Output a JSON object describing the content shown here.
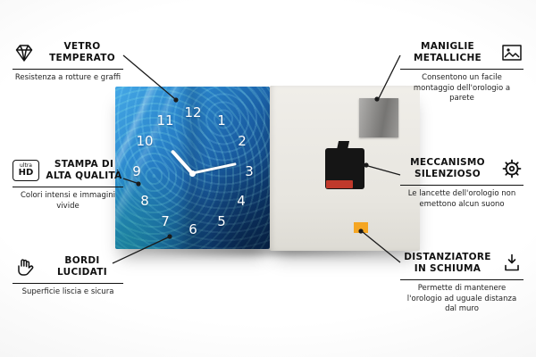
{
  "callouts": {
    "tempered_glass": {
      "title": "VETRO TEMPERATO",
      "subtitle": "Resistenza a rotture e graffi",
      "icon": "diamond-icon"
    },
    "hd_print": {
      "title": "STAMPA DI ALTA QUALITÀ",
      "subtitle": "Colori intensi e immagini vivide",
      "icon": "ultra-hd-icon",
      "icon_top": "ultra",
      "icon_main": "HD"
    },
    "polished_edges": {
      "title": "BORDI LUCIDATI",
      "subtitle": "Superficie liscia e sicura",
      "icon": "hand-icon"
    },
    "metal_handles": {
      "title": "MANIGLIE METALLICHE",
      "subtitle": "Consentono un facile montaggio dell'orologio a parete",
      "icon": "picture-frame-icon"
    },
    "silent_mechanism": {
      "title": "MECCANISMO SILENZIOSO",
      "subtitle": "Le lancette dell'orologio non emettono alcun suono",
      "icon": "gear-icon"
    },
    "foam_spacer": {
      "title": "DISTANZIATORE IN SCHIUMA",
      "subtitle": "Permette di mantenere l'orologio ad uguale distanza dal muro",
      "icon": "spacer-arrow-icon"
    }
  },
  "clock": {
    "numbers": [
      "12",
      "1",
      "2",
      "3",
      "4",
      "5",
      "6",
      "7",
      "8",
      "9",
      "10",
      "11"
    ]
  },
  "colors": {
    "pattern_blue": "#1f78c0",
    "mechanism_black": "#151515",
    "battery_red": "#c0392b",
    "foam_orange": "#f5a623"
  }
}
